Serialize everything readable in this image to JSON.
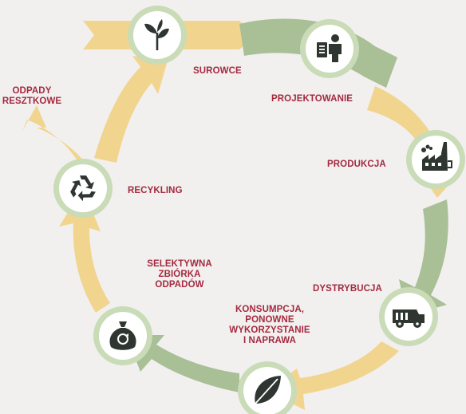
{
  "colors": {
    "background": "#f1f0ef",
    "yellow_arrow": "#f1d58e",
    "green_arrow": "#a9bf96",
    "circle_ring": "#c9dbb7",
    "circle_fill": "#ffffff",
    "icon": "#2f3631",
    "label_text": "#a5293f"
  },
  "stages": [
    {
      "id": "raw-materials",
      "label_lines": [
        "SUROWCE"
      ],
      "icon": "sprout-icon",
      "arrow_color": "yellow"
    },
    {
      "id": "design",
      "label_lines": [
        "PROJEKTOWANIE"
      ],
      "icon": "designer-icon",
      "arrow_color": "green"
    },
    {
      "id": "production",
      "label_lines": [
        "PRODUKCJA"
      ],
      "icon": "factory-icon",
      "arrow_color": "yellow"
    },
    {
      "id": "distribution",
      "label_lines": [
        "DYSTRYBUCJA"
      ],
      "icon": "truck-icon",
      "arrow_color": "green"
    },
    {
      "id": "consumption",
      "label_lines": [
        "KONSUMPCJA,",
        "PONOWNE",
        "WYKORZYSTANIE",
        "I NAPRAWA"
      ],
      "icon": "leaf-icon",
      "arrow_color": "yellow"
    },
    {
      "id": "collection",
      "label_lines": [
        "SELEKTYWNA",
        "ZBIÓRKA",
        "ODPADÓW"
      ],
      "icon": "waste-bag-icon",
      "arrow_color": "green"
    },
    {
      "id": "recycling",
      "label_lines": [
        "RECYKLING"
      ],
      "icon": "recycle-icon",
      "arrow_color": "yellow"
    }
  ],
  "residual": {
    "label_lines": [
      "ODPADY",
      "RESZTKOWE"
    ]
  }
}
